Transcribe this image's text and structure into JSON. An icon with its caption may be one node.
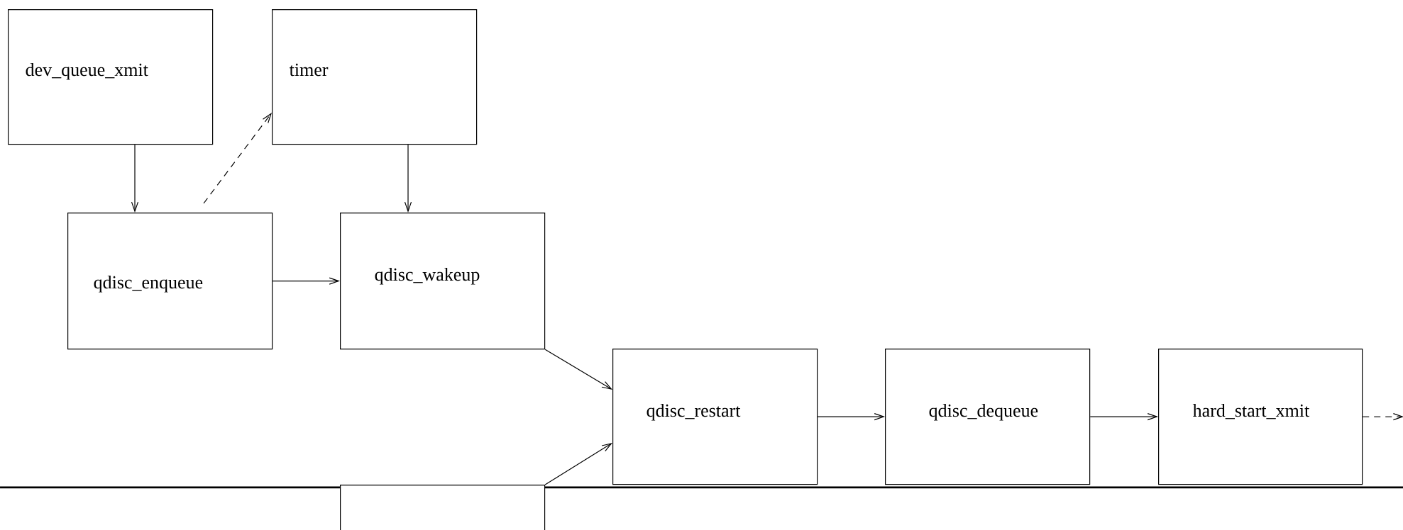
{
  "diagram": {
    "nodes": [
      {
        "text": [
          "dev_queue_xmit"
        ]
      },
      {
        "text": [
          "timer"
        ]
      },
      {
        "text": [
          "qdisc_enqueue"
        ]
      },
      {
        "text": [
          "qdisc_wakeup"
        ]
      },
      {
        "text": [
          "qdisc_restart"
        ]
      },
      {
        "text": [
          "qdisc_dequeue"
        ]
      },
      {
        "text": [
          "hard_start_xmit"
        ]
      },
      {
        "text": [],
        "shape": "box"
      }
    ],
    "edges": [
      {
        "from": 0,
        "to": 2,
        "arrow": "to"
      },
      {
        "from": 2,
        "to": 1,
        "arrow": "to",
        "style": "dashed"
      },
      {
        "from": 1,
        "to": 3,
        "arrow": "to"
      },
      {
        "from": 2,
        "to": 3,
        "arrow": "to"
      },
      {
        "from": 3,
        "to": 4,
        "arrow": "to"
      },
      {
        "from": 7,
        "to": 4,
        "arrow": "to"
      },
      {
        "from": 4,
        "to": 5,
        "arrow": "to"
      },
      {
        "from": 5,
        "to": 6,
        "arrow": "to"
      },
      {
        "from": 6,
        "to": null,
        "arrow": "to",
        "style": "dashed"
      }
    ]
  }
}
